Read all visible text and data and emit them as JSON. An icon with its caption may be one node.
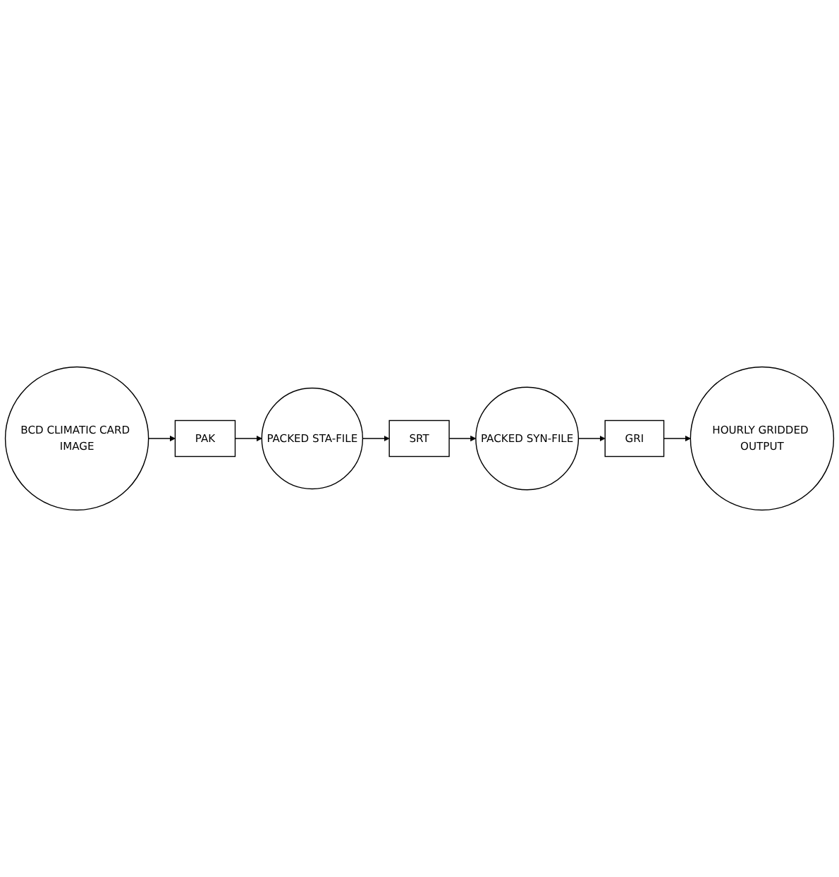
{
  "diagram": {
    "nodes": [
      {
        "text": [
          "BCD CLIMATIC CARD IMAGE"
        ]
      },
      {
        "text": [
          "PAK"
        ]
      },
      {
        "text": [
          "PACKED STA-FILE"
        ]
      },
      {
        "text": [
          "SRT"
        ]
      },
      {
        "text": [
          "PACKED SYN-FILE"
        ]
      },
      {
        "text": [
          "GRI"
        ]
      },
      {
        "text": [
          "HOURLY GRIDDED OUTPUT"
        ]
      }
    ],
    "edges": [
      {
        "from": 0,
        "to": 1,
        "arrow": "to"
      },
      {
        "from": 1,
        "to": 2,
        "arrow": "to"
      },
      {
        "from": 2,
        "to": 3,
        "arrow": "to"
      },
      {
        "from": 3,
        "to": 4,
        "arrow": "to"
      },
      {
        "from": 4,
        "to": 5,
        "arrow": "to"
      },
      {
        "from": 5,
        "to": 6,
        "arrow": "to"
      }
    ]
  }
}
